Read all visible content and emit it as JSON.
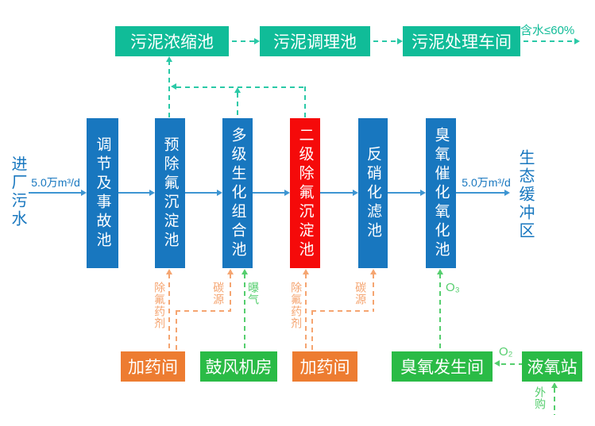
{
  "colors": {
    "blue": "#1877bf",
    "arrow": "#3d95d2",
    "teal": "#10bc98",
    "tealLight": "#2bc9a7",
    "red": "#f50a0a",
    "orange": "#ed7c31",
    "orangeLight": "#f5a571",
    "green": "#2abb46",
    "greenLight": "#55ce6e",
    "white": "#ffffff"
  },
  "top": {
    "boxes": [
      {
        "label": "污泥浓缩池"
      },
      {
        "label": "污泥调理池"
      },
      {
        "label": "污泥处理车间"
      }
    ],
    "moisture": "含水≤60%"
  },
  "main": {
    "inlet": {
      "label": "进厂污水",
      "flow": "5.0万m³/d"
    },
    "outlet": {
      "label": "生态缓冲区",
      "flow": "5.0万m³/d"
    },
    "boxes": [
      {
        "label": "调节及事故池"
      },
      {
        "label": "预除氟沉淀池"
      },
      {
        "label": "多级生化组合池"
      },
      {
        "label": "二级除氟沉淀池"
      },
      {
        "label": "反硝化滤池"
      },
      {
        "label": "臭氧催化氧化池"
      }
    ]
  },
  "bottom": {
    "boxes": [
      {
        "label": "加药间"
      },
      {
        "label": "鼓风机房"
      },
      {
        "label": "加药间"
      },
      {
        "label": "臭氧发生间"
      },
      {
        "label": "液氧站"
      }
    ]
  },
  "feeds": {
    "defluor_1": "除氟药剂",
    "carbon_1": "碳源",
    "aeration": "曝气",
    "defluor_2": "除氟药剂",
    "carbon_2": "碳源",
    "ozone": "O₃",
    "oxygen": "O₂",
    "purchase": "外购"
  }
}
